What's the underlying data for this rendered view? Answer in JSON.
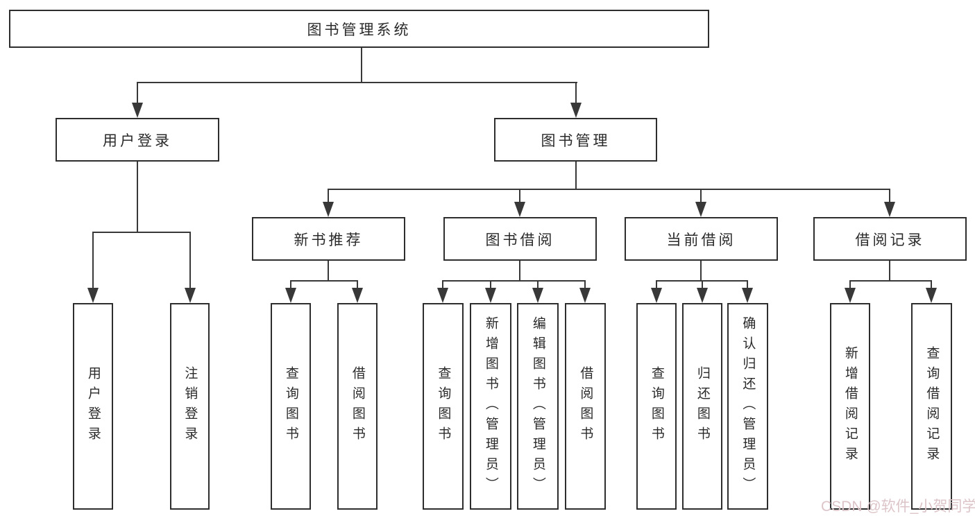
{
  "diagram_title": "图书管理系统",
  "tree": {
    "root": {
      "label": "图书管理系统"
    },
    "level2": [
      {
        "label": "用户登录"
      },
      {
        "label": "图书管理"
      }
    ],
    "level3": [
      {
        "label": "新书推荐"
      },
      {
        "label": "图书借阅"
      },
      {
        "label": "当前借阅"
      },
      {
        "label": "借阅记录"
      }
    ],
    "leaves": {
      "user_login": [
        {
          "label": "用户登录"
        },
        {
          "label": "注销登录"
        }
      ],
      "new_book_recommend": [
        {
          "label": "查询图书"
        },
        {
          "label": "借阅图书"
        }
      ],
      "book_borrow": [
        {
          "label": "查询图书"
        },
        {
          "label": "新增图书（管理员）"
        },
        {
          "label": "编辑图书（管理员）"
        },
        {
          "label": "借阅图书"
        }
      ],
      "current_borrow": [
        {
          "label": "查询图书"
        },
        {
          "label": "归还图书"
        },
        {
          "label": "确认归还（管理员）"
        }
      ],
      "borrow_records": [
        {
          "label": "新增借阅记录"
        },
        {
          "label": "查询借阅记录"
        }
      ]
    }
  },
  "watermark": {
    "text": "CSDN @软件_小贺同学"
  },
  "colors": {
    "line": "#383838",
    "border": "#2d2d2d",
    "text": "#2a2a2a",
    "background": "#ffffff",
    "watermark": "#dcc4c8"
  }
}
